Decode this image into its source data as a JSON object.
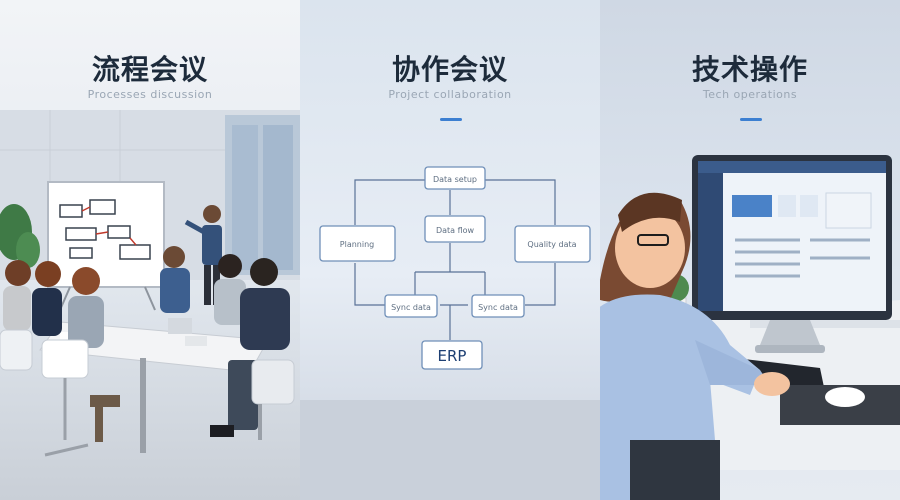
{
  "panels": [
    {
      "title": "流程会议",
      "subtitle": "Processes discussion"
    },
    {
      "title": "协作会议",
      "subtitle": "Project collaboration"
    },
    {
      "title": "技术操作",
      "subtitle": "Tech operations"
    }
  ],
  "flowchart": {
    "top_box": "Data setup",
    "mid_box": "Data flow",
    "left_box": "Planning",
    "right_box": "Quality data",
    "bottom_left_box": "Sync data",
    "bottom_right_box": "Sync data",
    "erp_box": "ERP"
  },
  "colors": {
    "accent": "#3c7fd1",
    "title": "#1d2b3b",
    "box_stroke": "#6f8fb8"
  }
}
